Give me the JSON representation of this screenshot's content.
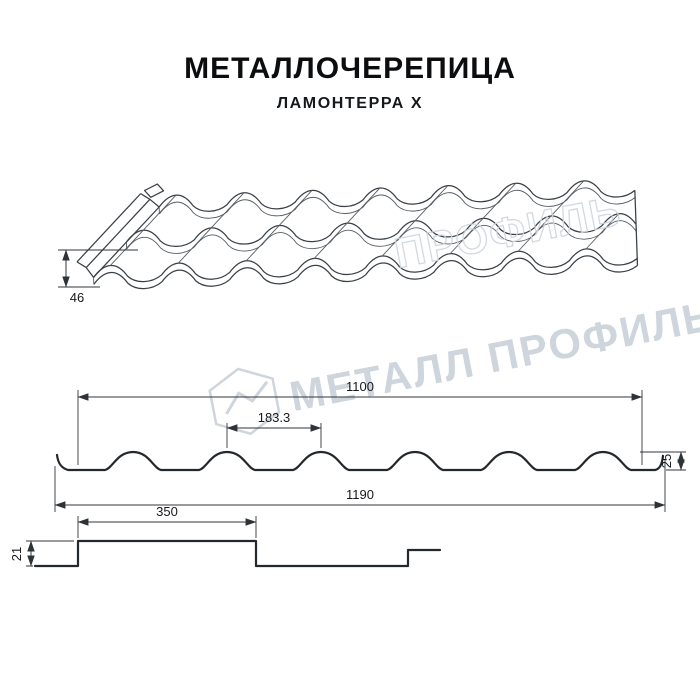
{
  "header": {
    "title": "МЕТАЛЛОЧЕРЕПИЦА",
    "subtitle": "ЛАМОНТЕРРА X"
  },
  "watermark": {
    "text": "МЕТАЛЛ ПРОФИЛЬ",
    "partial_text": "ПРОФИЛЬ",
    "color": "#ccd3dc"
  },
  "dimensions": {
    "perspective_edge_height": "46",
    "cover_width": "1100",
    "wave_pitch": "183.3",
    "profile_height": "25",
    "overall_width": "1190",
    "step_length": "350",
    "step_height": "21"
  },
  "colors": {
    "background": "#ffffff",
    "line": "#23282d",
    "dimension_line": "#30353b",
    "text": "#16191c",
    "watermark": "#ccd3dc"
  }
}
